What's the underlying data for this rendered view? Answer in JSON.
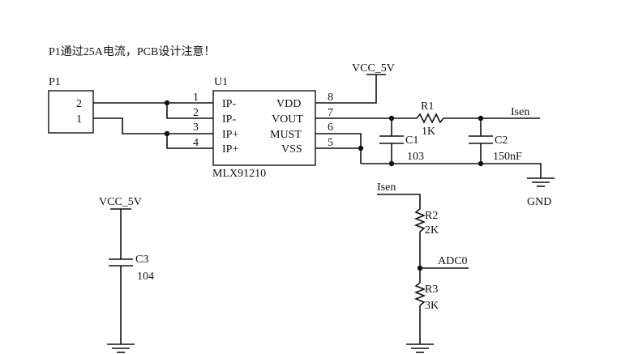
{
  "note": "P1通过25A电流，PCB设计注意！",
  "connector": {
    "ref": "P1",
    "pins": [
      "2",
      "1"
    ]
  },
  "chip": {
    "ref": "U1",
    "part": "MLX91210",
    "left_pins": [
      {
        "num": "1",
        "name": "IP-"
      },
      {
        "num": "2",
        "name": "IP-"
      },
      {
        "num": "3",
        "name": "IP+"
      },
      {
        "num": "4",
        "name": "IP+"
      }
    ],
    "right_pins": [
      {
        "num": "8",
        "name": "VDD"
      },
      {
        "num": "7",
        "name": "VOUT"
      },
      {
        "num": "6",
        "name": "MUST"
      },
      {
        "num": "5",
        "name": "VSS"
      }
    ]
  },
  "nets": {
    "vcc_top": "VCC_5V",
    "vcc_left": "VCC_5V",
    "isen_out": "Isen",
    "isen_in": "Isen",
    "gnd": "GND",
    "adc": "ADC0"
  },
  "components": {
    "r1": {
      "ref": "R1",
      "value": "1K"
    },
    "c1": {
      "ref": "C1",
      "value": "103"
    },
    "c2": {
      "ref": "C2",
      "value": "150nF"
    },
    "r2": {
      "ref": "R2",
      "value": "2K"
    },
    "r3": {
      "ref": "R3",
      "value": "3K"
    },
    "c3": {
      "ref": "C3",
      "value": "104"
    }
  }
}
